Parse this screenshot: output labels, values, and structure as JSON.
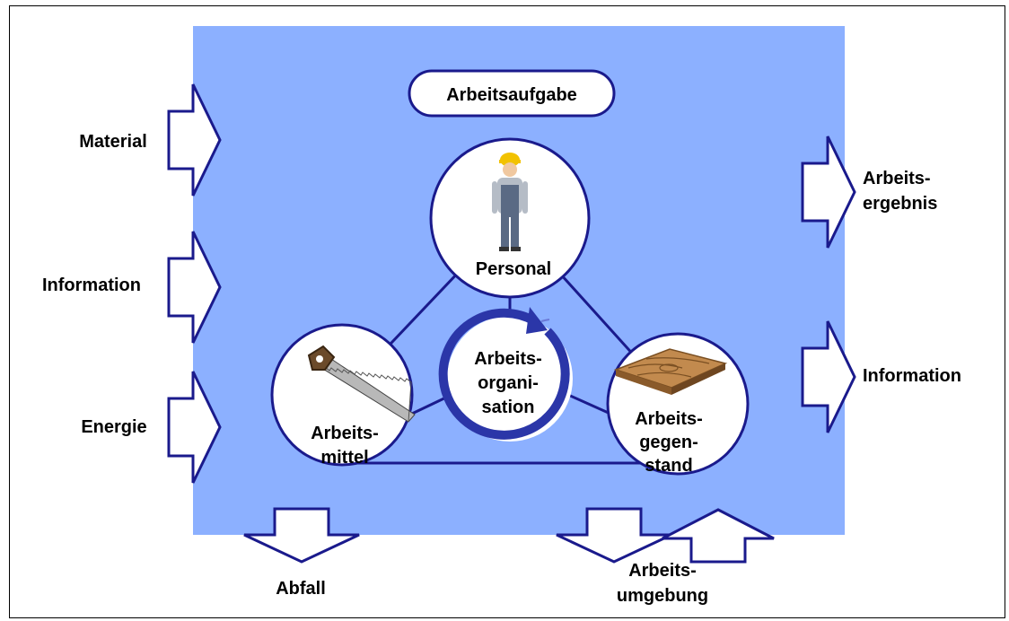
{
  "title": "Arbeitsaufgabe",
  "inputs": [
    "Material",
    "Information",
    "Energie"
  ],
  "outputs": {
    "result_line1": "Arbeits-",
    "result_line2": "ergebnis",
    "information": "Information"
  },
  "bottom": {
    "waste": "Abfall",
    "environment_line1": "Arbeits-",
    "environment_line2": "umgebung"
  },
  "nodes": {
    "personal": {
      "label": "Personal",
      "icon": "worker-icon"
    },
    "mittel": {
      "line1": "Arbeits-",
      "line2": "mittel",
      "icon": "saw-icon"
    },
    "gegenstand": {
      "line1": "Arbeits-",
      "line2": "gegen-",
      "line3": "stand",
      "icon": "wood-plank-icon"
    },
    "organisation": {
      "line1": "Arbeits-",
      "line2": "organi-",
      "line3": "sation",
      "icon": "cycle-arrow-icon"
    }
  },
  "colors": {
    "system_fill": "#8cb0ff",
    "stroke": "#1a1a8c",
    "circle_fill": "#ffffff"
  }
}
